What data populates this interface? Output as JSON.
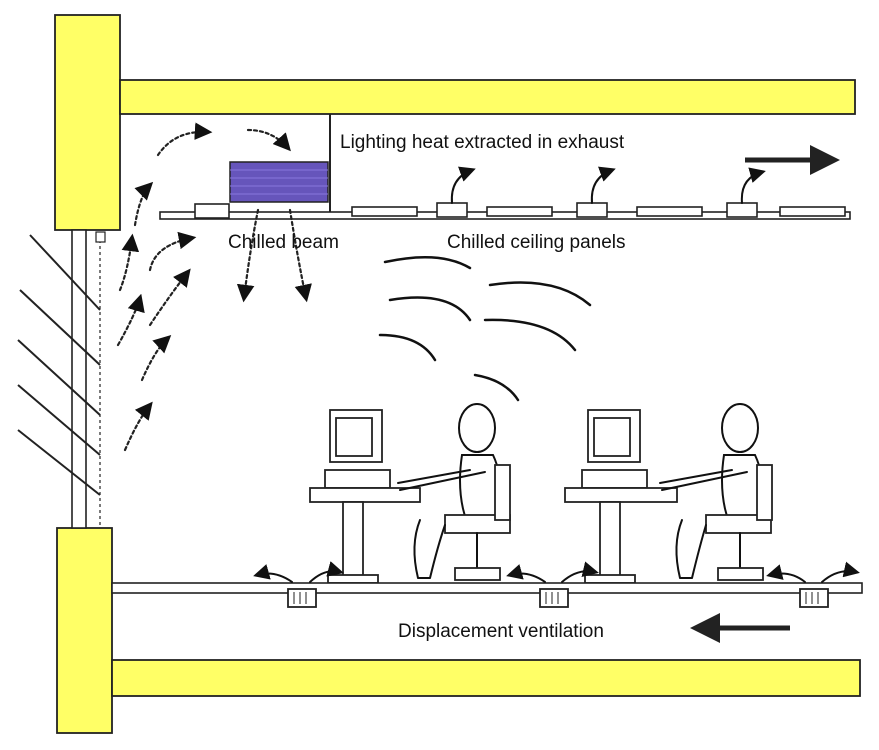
{
  "labels": {
    "lighting_heat": "Lighting heat extracted in exhaust",
    "chilled_beam": "Chilled beam",
    "chilled_ceiling": "Chilled ceiling panels",
    "displacement": "Displacement ventilation"
  },
  "colors": {
    "structure": "#ffff66",
    "chilled_beam": "#6655bb",
    "outline": "#222222"
  }
}
